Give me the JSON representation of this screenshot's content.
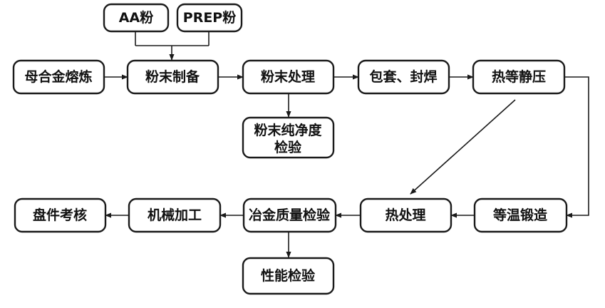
{
  "diagram": {
    "nodes": {
      "aa_powder": "AA粉",
      "prep_powder": "PREP粉",
      "master_alloy_melting": "母合金熔炼",
      "powder_preparation": "粉末制备",
      "powder_treatment": "粉末处理",
      "canning_sealing": "包套、封焊",
      "hot_isostatic_pressing": "热等静压",
      "powder_purity_inspection": [
        "粉末纯净度",
        "检验"
      ],
      "disk_assessment": "盘件考核",
      "machining": "机械加工",
      "metallurgical_quality_inspection": "冶金质量检验",
      "heat_treatment": "热处理",
      "isothermal_forging": "等温锻造",
      "performance_inspection": "性能检验"
    }
  }
}
